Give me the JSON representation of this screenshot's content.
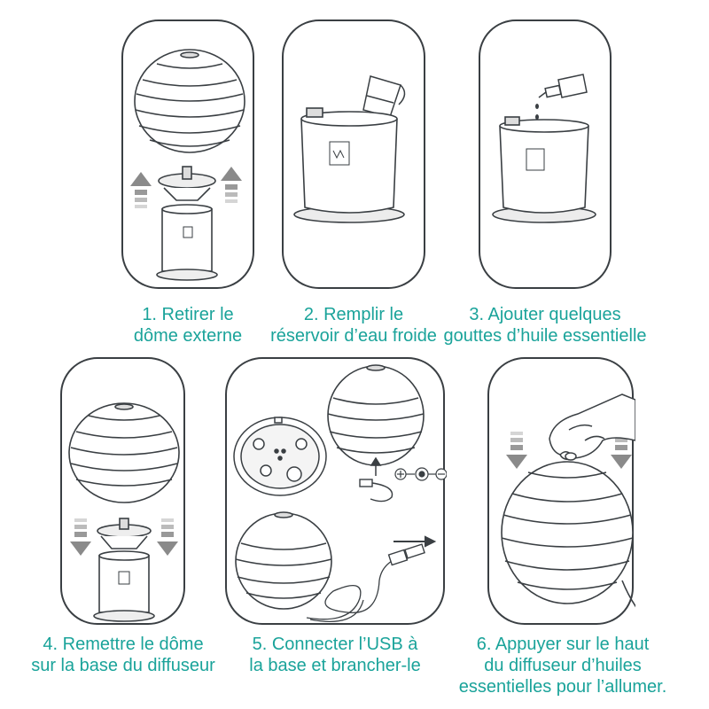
{
  "colors": {
    "accent": "#1aa39a",
    "line": "#3a3f43",
    "arrow_gray": "#8a8a8a"
  },
  "steps": [
    {
      "number": "1.",
      "lines": [
        "1. Retirer le",
        "dôme externe"
      ]
    },
    {
      "number": "2.",
      "lines": [
        "2. Remplir le",
        "réservoir d’eau froide"
      ]
    },
    {
      "number": "3.",
      "lines": [
        "3. Ajouter quelques",
        "gouttes d’huile essentielle"
      ]
    },
    {
      "number": "4.",
      "lines": [
        "4. Remettre le dôme",
        "sur la base du diffuseur"
      ]
    },
    {
      "number": "5.",
      "lines": [
        "5. Connecter l’USB à",
        "la base et brancher-le"
      ]
    },
    {
      "number": "6.",
      "lines": [
        "6. Appuyer sur le haut",
        "du diffuseur d’huiles",
        "essentielles pour l’allumer."
      ]
    }
  ],
  "icons": [
    "dome-icon",
    "reservoir-icon",
    "measuring-cup-icon",
    "oil-bottle-icon",
    "hand-icon",
    "usb-plug-icon",
    "arrow-up-icon",
    "arrow-down-icon",
    "arrow-right-icon"
  ]
}
